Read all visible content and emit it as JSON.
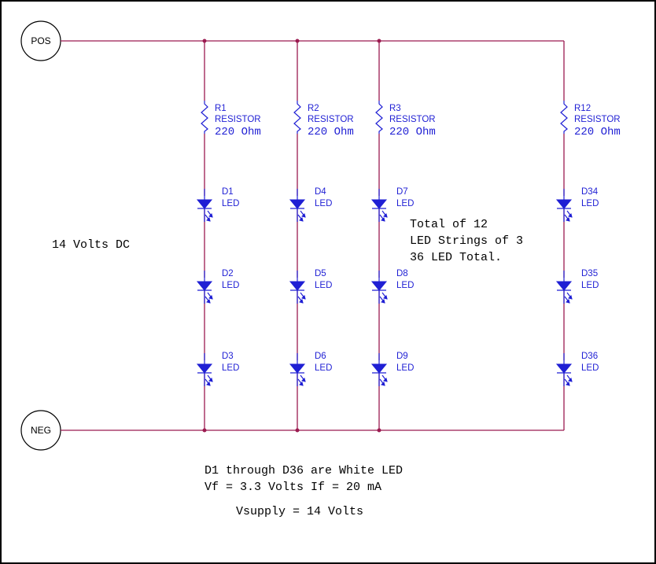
{
  "ports": {
    "pos": "POS",
    "neg": "NEG"
  },
  "strings": [
    {
      "resistor": {
        "ref": "R1",
        "type": "RESISTOR",
        "value": "220 Ohm"
      },
      "leds": [
        {
          "ref": "D1",
          "type": "LED"
        },
        {
          "ref": "D2",
          "type": "LED"
        },
        {
          "ref": "D3",
          "type": "LED"
        }
      ]
    },
    {
      "resistor": {
        "ref": "R2",
        "type": "RESISTOR",
        "value": "220 Ohm"
      },
      "leds": [
        {
          "ref": "D4",
          "type": "LED"
        },
        {
          "ref": "D5",
          "type": "LED"
        },
        {
          "ref": "D6",
          "type": "LED"
        }
      ]
    },
    {
      "resistor": {
        "ref": "R3",
        "type": "RESISTOR",
        "value": "220 Ohm"
      },
      "leds": [
        {
          "ref": "D7",
          "type": "LED"
        },
        {
          "ref": "D8",
          "type": "LED"
        },
        {
          "ref": "D9",
          "type": "LED"
        }
      ]
    },
    {
      "resistor": {
        "ref": "R12",
        "type": "RESISTOR",
        "value": "220 Ohm"
      },
      "leds": [
        {
          "ref": "D34",
          "type": "LED"
        },
        {
          "ref": "D35",
          "type": "LED"
        },
        {
          "ref": "D36",
          "type": "LED"
        }
      ]
    }
  ],
  "notes": {
    "supply": "14 Volts DC",
    "total_line1": "Total of 12",
    "total_line2": "LED Strings of 3",
    "total_line3": "36 LED Total.",
    "spec_line1": "D1 through D36 are White LED",
    "spec_line2": "Vf = 3.3 Volts If = 20 mA",
    "spec_line3": "Vsupply = 14 Volts"
  },
  "colors": {
    "wire": "#9b1b50",
    "component": "#1f1fd4",
    "text": "#000000"
  }
}
